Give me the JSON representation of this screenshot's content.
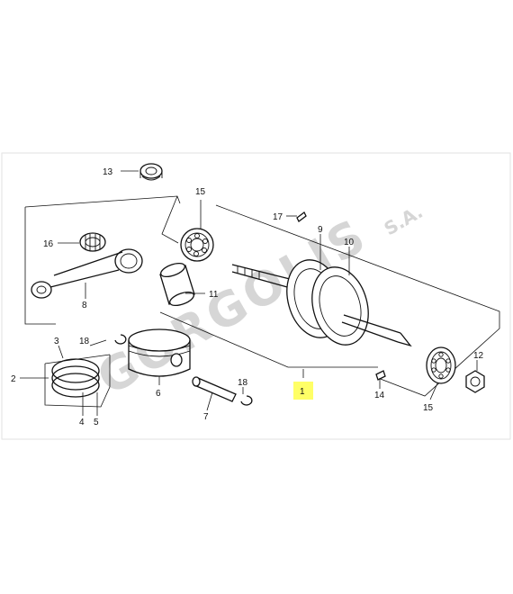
{
  "watermark": {
    "brand": "GORGOLIS",
    "suffix": "S.A."
  },
  "highlight_color": "#ffff66",
  "callouts": [
    {
      "id": "c13",
      "label": "13"
    },
    {
      "id": "c15a",
      "label": "15"
    },
    {
      "id": "c17",
      "label": "17"
    },
    {
      "id": "c9",
      "label": "9"
    },
    {
      "id": "c10",
      "label": "10"
    },
    {
      "id": "c16",
      "label": "16"
    },
    {
      "id": "c8",
      "label": "8"
    },
    {
      "id": "c11",
      "label": "11"
    },
    {
      "id": "c3",
      "label": "3"
    },
    {
      "id": "c18a",
      "label": "18"
    },
    {
      "id": "c2",
      "label": "2"
    },
    {
      "id": "c6",
      "label": "6"
    },
    {
      "id": "c4",
      "label": "4"
    },
    {
      "id": "c5",
      "label": "5"
    },
    {
      "id": "c18b",
      "label": "18"
    },
    {
      "id": "c7",
      "label": "7"
    },
    {
      "id": "c1",
      "label": "1"
    },
    {
      "id": "c14",
      "label": "14"
    },
    {
      "id": "c12",
      "label": "12"
    },
    {
      "id": "c15b",
      "label": "15"
    }
  ]
}
